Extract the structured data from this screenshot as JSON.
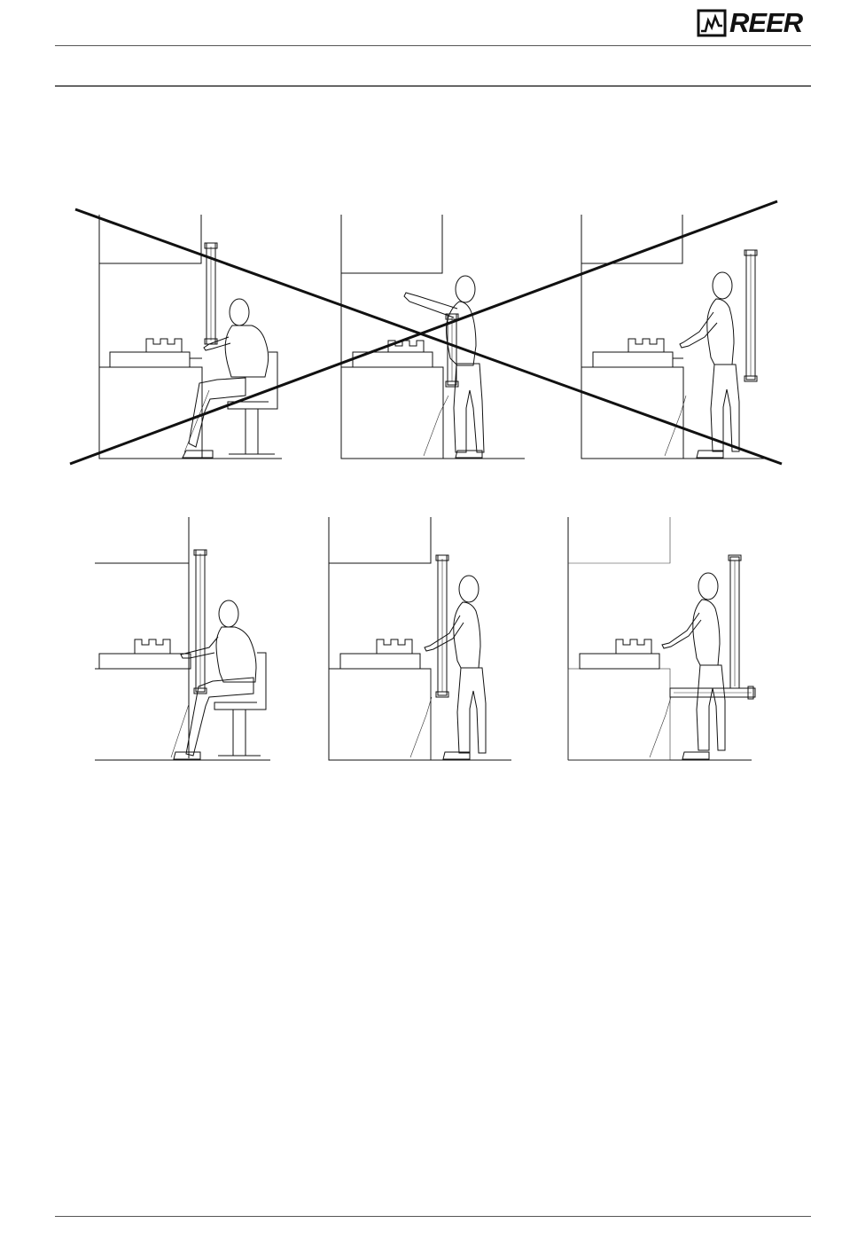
{
  "header": {
    "brand": {
      "logo_text": "REER",
      "icon": "reer-logo-icon"
    }
  },
  "figure": {
    "panels_top": [
      {
        "id": "seated-light-curtain-high",
        "correct": false
      },
      {
        "id": "standing-light-curtain-low",
        "correct": false
      },
      {
        "id": "standing-light-curtain-far",
        "correct": false
      }
    ],
    "panels_bottom": [
      {
        "id": "seated-light-curtain-full",
        "correct": true
      },
      {
        "id": "standing-light-curtain-full",
        "correct": true
      },
      {
        "id": "standing-light-curtain-with-horizontal",
        "correct": true
      }
    ],
    "cross_color": "#111111"
  }
}
